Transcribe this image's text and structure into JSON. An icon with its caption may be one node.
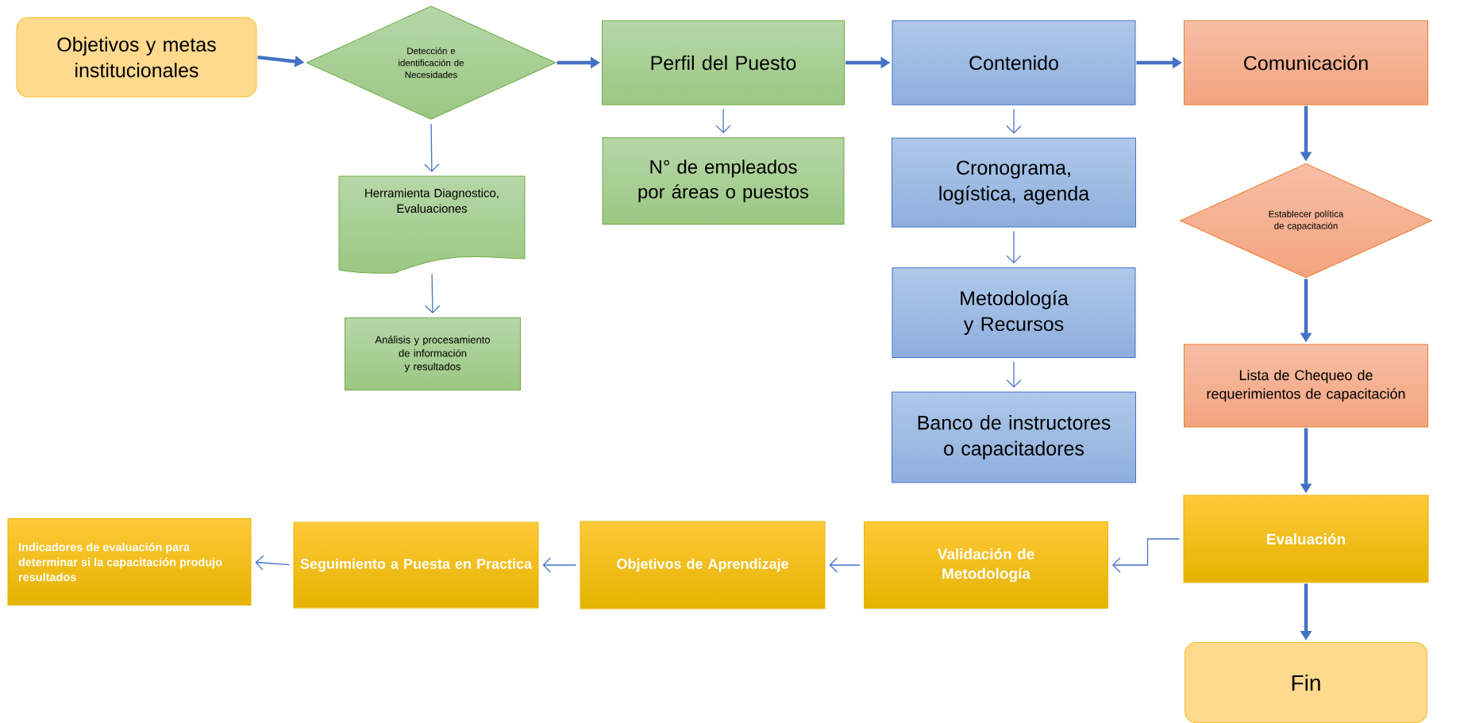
{
  "diagram": {
    "nodes": [
      {
        "text": [
          "Objetivos y metas institucionales"
        ]
      },
      {
        "text": [
          "Detección e identificación de Necesidades"
        ]
      },
      {
        "text": [
          "Perfil del Puesto"
        ]
      },
      {
        "text": [
          "Contenido"
        ]
      },
      {
        "text": [
          "Comunicación"
        ]
      },
      {
        "text": [
          "Herramienta Diagnostico, Evaluaciones"
        ]
      },
      {
        "text": [
          "N° de empleados por áreas o puestos"
        ]
      },
      {
        "text": [
          "Cronograma, logística, agenda"
        ]
      },
      {
        "text": [
          "Establecer política de capacitación"
        ]
      },
      {
        "text": [
          "Análisis y procesamiento de información y resultados"
        ]
      },
      {
        "text": [
          "Metodología y Recursos"
        ]
      },
      {
        "text": [
          "Lista de Chequeo de requerimientos de capacitación"
        ]
      },
      {
        "text": [
          "Banco de instructores o capacitadores"
        ]
      },
      {
        "text": [
          "Evaluación"
        ]
      },
      {
        "text": [
          "Validación de Metodología"
        ]
      },
      {
        "text": [
          "Objetivos de Aprendizaje"
        ]
      },
      {
        "text": [
          "Seguimiento a Puesta en Practica"
        ]
      },
      {
        "text": [
          "Indicadores de evaluación para determinar si la capacitación produjo resultados"
        ]
      },
      {
        "text": [
          "Fin"
        ]
      }
    ],
    "edges": [
      {
        "from": 0,
        "to": 1,
        "arrow": "to",
        "style": "thick"
      },
      {
        "from": 1,
        "to": 2,
        "arrow": "to",
        "style": "thick"
      },
      {
        "from": 2,
        "to": 3,
        "arrow": "to",
        "style": "thick"
      },
      {
        "from": 3,
        "to": 4,
        "arrow": "to",
        "style": "thick"
      },
      {
        "from": 1,
        "to": 5,
        "arrow": "to"
      },
      {
        "from": 5,
        "to": 9,
        "arrow": "to"
      },
      {
        "from": 2,
        "to": 6,
        "arrow": "to"
      },
      {
        "from": 3,
        "to": 7,
        "arrow": "to"
      },
      {
        "from": 7,
        "to": 10,
        "arrow": "to"
      },
      {
        "from": 10,
        "to": 12,
        "arrow": "to"
      },
      {
        "from": 4,
        "to": 8,
        "arrow": "to",
        "style": "thick"
      },
      {
        "from": 8,
        "to": 11,
        "arrow": "to",
        "style": "thick"
      },
      {
        "from": 11,
        "to": 13,
        "arrow": "to",
        "style": "thick"
      },
      {
        "from": 13,
        "to": 14,
        "arrow": "to"
      },
      {
        "from": 14,
        "to": 15,
        "arrow": "to"
      },
      {
        "from": 15,
        "to": 16,
        "arrow": "to"
      },
      {
        "from": 16,
        "to": 17,
        "arrow": "to"
      },
      {
        "from": 13,
        "to": 18,
        "arrow": "to",
        "style": "thick"
      }
    ]
  }
}
